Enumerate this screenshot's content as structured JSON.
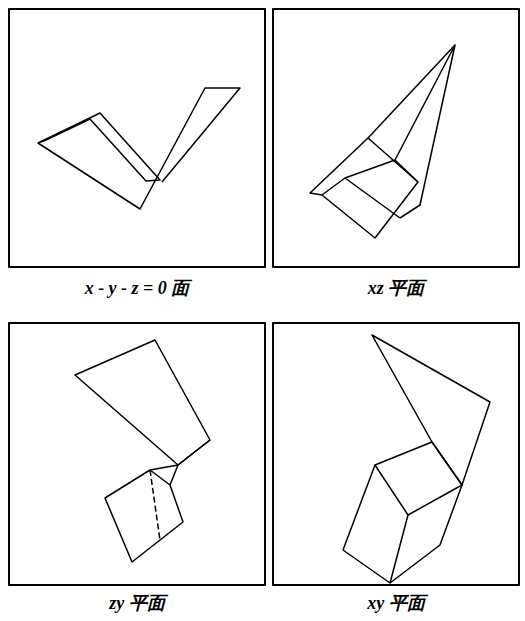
{
  "diagram": {
    "labels": [
      "x - y - z = 0 面",
      "xz 平面",
      "zy 平面",
      "xy 平面"
    ]
  }
}
